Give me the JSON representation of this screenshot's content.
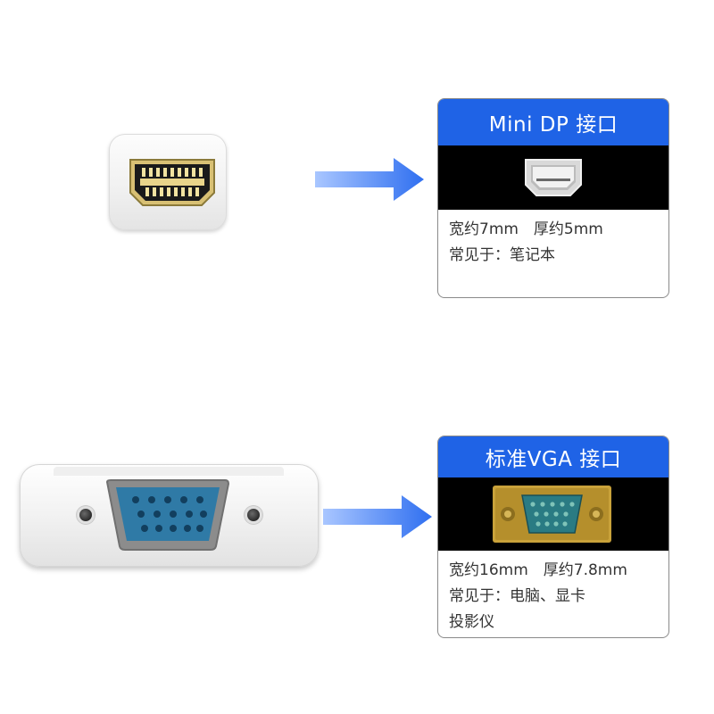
{
  "cards": {
    "mini_dp": {
      "title": "Mini DP 接口",
      "size_line": "宽约7mm　厚约5mm",
      "usage_line": "常见于：笔记本"
    },
    "vga": {
      "title": "标准VGA 接口",
      "size_line": "宽约16mm　厚约7.8mm",
      "usage_line1": "常见于：电脑、显卡",
      "usage_line2": "投影仪"
    }
  },
  "colors": {
    "header_blue": "#1f63e6",
    "arrow_blue": "#3a7cf0",
    "vga_port_blue": "#2f7aa6",
    "pin_gold": "#c9a23a"
  },
  "icons": [
    "mini-dp-connector",
    "vga-connector",
    "arrow-right",
    "mini-dp-port-photo",
    "vga-port-photo"
  ]
}
